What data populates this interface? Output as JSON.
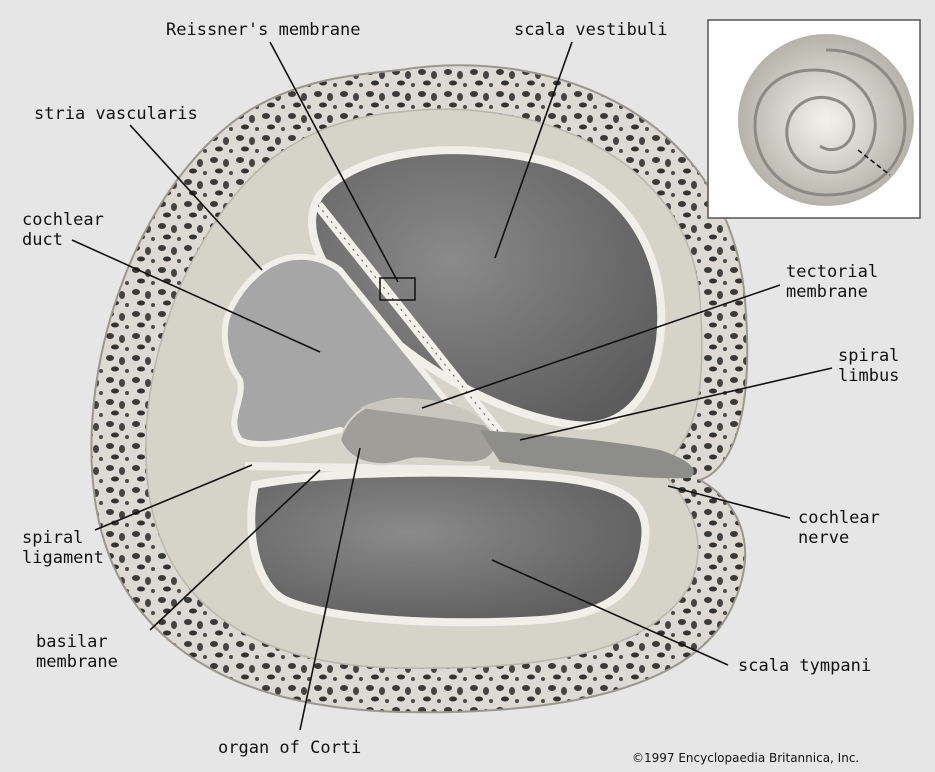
{
  "labels": {
    "reissners_membrane": "Reissner's membrane",
    "scala_vestibuli": "scala vestibuli",
    "stria_vascularis": "stria vascularis",
    "cochlear_duct": "cochlear\nduct",
    "tectorial_membrane": "tectorial\nmembrane",
    "spiral_limbus": "spiral\nlimbus",
    "cochlear_nerve": "cochlear\nnerve",
    "spiral_ligament": "spiral\nligament",
    "basilar_membrane": "basilar\nmembrane",
    "scala_tympani": "scala tympani",
    "organ_of_corti": "organ of Corti"
  },
  "copyright": "©1997 Encyclopaedia Britannica, Inc.",
  "colors": {
    "background": "#e9e9e9",
    "bone": "#d9d7cf",
    "bone_pores": "#3b3b3b",
    "chamber": "#6f6f6f",
    "duct": "#a9a9a9",
    "leader_line": "#111111"
  }
}
